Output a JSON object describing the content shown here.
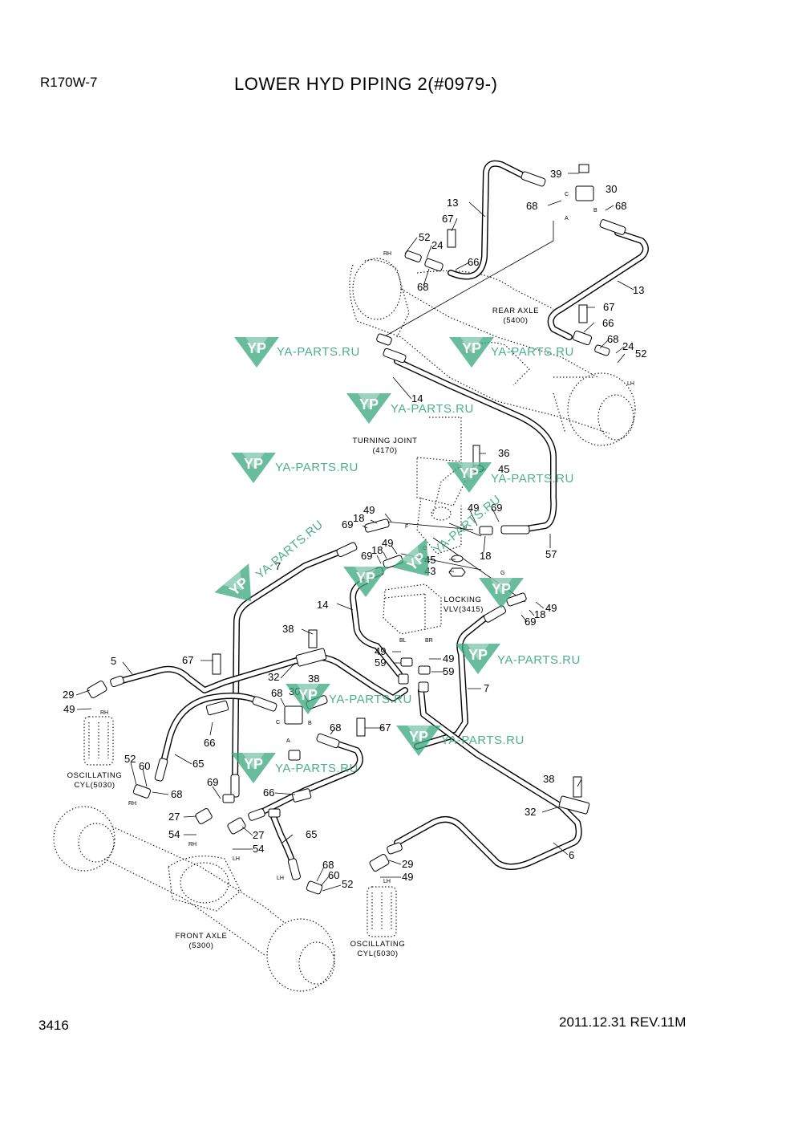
{
  "header": {
    "model": "R170W-7",
    "title": "LOWER HYD PIPING 2(#0979-)"
  },
  "footer": {
    "page_number": "3416",
    "revision": "2011.12.31  REV.11M"
  },
  "watermark": {
    "text": "YA-PARTS.RU",
    "logo_letters": "YP",
    "color": "#3aa77d"
  },
  "assemblies": {
    "rear_axle": [
      "REAR AXLE",
      "(5400)"
    ],
    "turning_joint": [
      "TURNING JOINT",
      "(4170)"
    ],
    "locking_valve": [
      "LOCKING",
      "VLV(3415)"
    ],
    "oscillating_cyl_left": [
      "OSCILLATING",
      "CYL(5030)"
    ],
    "front_axle": [
      "FRONT AXLE",
      "(5300)"
    ],
    "oscillating_cyl_right": [
      "OSCILLATING",
      "CYL(5030)"
    ]
  },
  "part_callouts": [
    {
      "no": "39"
    },
    {
      "no": "30"
    },
    {
      "no": "68"
    },
    {
      "no": "68"
    },
    {
      "no": "13"
    },
    {
      "no": "67"
    },
    {
      "no": "52"
    },
    {
      "no": "24"
    },
    {
      "no": "66"
    },
    {
      "no": "68"
    },
    {
      "no": "13"
    },
    {
      "no": "67"
    },
    {
      "no": "66"
    },
    {
      "no": "68"
    },
    {
      "no": "24"
    },
    {
      "no": "52"
    },
    {
      "no": "14"
    },
    {
      "no": "36"
    },
    {
      "no": "45"
    },
    {
      "no": "49"
    },
    {
      "no": "18"
    },
    {
      "no": "69"
    },
    {
      "no": "49"
    },
    {
      "no": "69"
    },
    {
      "no": "18"
    },
    {
      "no": "57"
    },
    {
      "no": "49"
    },
    {
      "no": "18"
    },
    {
      "no": "69"
    },
    {
      "no": "45"
    },
    {
      "no": "43"
    },
    {
      "no": "7"
    },
    {
      "no": "14"
    },
    {
      "no": "49"
    },
    {
      "no": "69"
    },
    {
      "no": "18"
    },
    {
      "no": "38"
    },
    {
      "no": "49"
    },
    {
      "no": "59"
    },
    {
      "no": "49"
    },
    {
      "no": "59"
    },
    {
      "no": "7"
    },
    {
      "no": "5"
    },
    {
      "no": "67"
    },
    {
      "no": "32"
    },
    {
      "no": "38"
    },
    {
      "no": "29"
    },
    {
      "no": "68"
    },
    {
      "no": "30"
    },
    {
      "no": "49"
    },
    {
      "no": "68"
    },
    {
      "no": "67"
    },
    {
      "no": "66"
    },
    {
      "no": "52"
    },
    {
      "no": "60"
    },
    {
      "no": "65"
    },
    {
      "no": "68"
    },
    {
      "no": "69"
    },
    {
      "no": "38"
    },
    {
      "no": "66"
    },
    {
      "no": "32"
    },
    {
      "no": "27"
    },
    {
      "no": "54"
    },
    {
      "no": "27"
    },
    {
      "no": "54"
    },
    {
      "no": "65"
    },
    {
      "no": "6"
    },
    {
      "no": "29"
    },
    {
      "no": "49"
    },
    {
      "no": "68"
    },
    {
      "no": "60"
    },
    {
      "no": "52"
    }
  ],
  "port_tags": [
    {
      "t": "C"
    },
    {
      "t": "A"
    },
    {
      "t": "B"
    },
    {
      "t": "RH"
    },
    {
      "t": "LH"
    },
    {
      "t": "F"
    },
    {
      "t": "N"
    },
    {
      "t": "O"
    },
    {
      "t": "G"
    },
    {
      "t": "BL"
    },
    {
      "t": "BR"
    },
    {
      "t": "C"
    },
    {
      "t": "B"
    },
    {
      "t": "A"
    },
    {
      "t": "RH"
    },
    {
      "t": "RH"
    },
    {
      "t": "RH"
    },
    {
      "t": "LH"
    },
    {
      "t": "LH"
    },
    {
      "t": "LH"
    }
  ]
}
